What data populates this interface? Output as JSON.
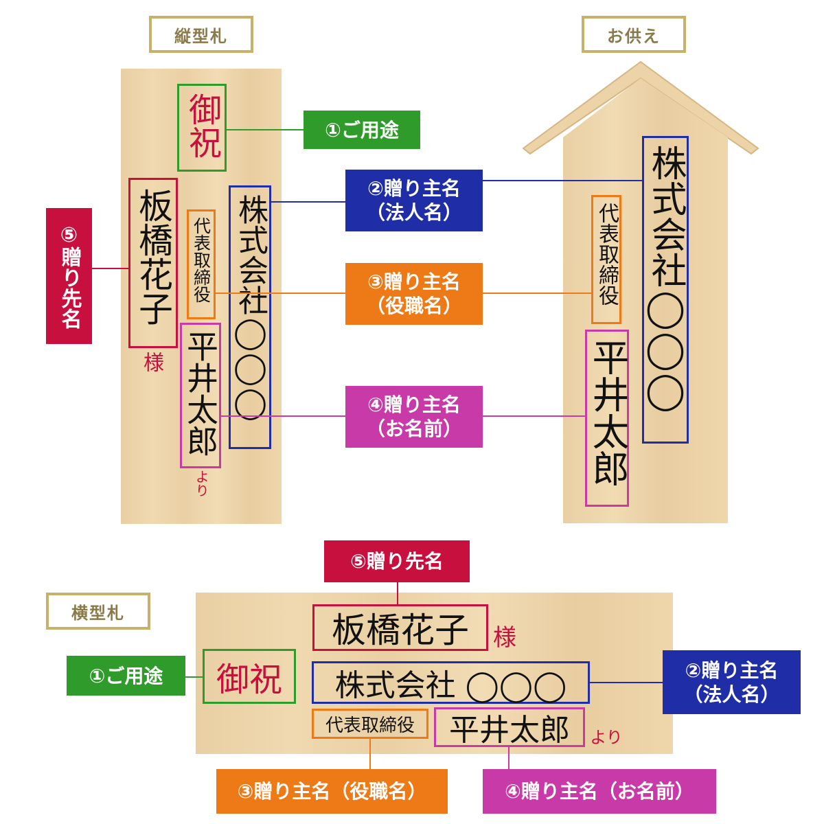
{
  "headers": {
    "vertical": "縦型札",
    "offering": "お供え",
    "horizontal": "横型札"
  },
  "labels": {
    "purpose": "①ご用途",
    "giver_company_1": "②贈り主名",
    "giver_company_2": "（法人名）",
    "giver_title_1": "③贈り主名",
    "giver_title_2": "（役職名）",
    "giver_name_1": "④贈り主名",
    "giver_name_2": "（お名前）",
    "recipient_1": "⑤",
    "recipient_2": "贈り先名",
    "recipient_full": "⑤贈り先名",
    "giver_company_full_1": "②贈り主名",
    "giver_company_full_2": "（法人名）",
    "giver_title_full": "③贈り主名（役職名）",
    "giver_name_full": "④贈り主名（お名前）"
  },
  "tag": {
    "purpose": "御祝",
    "company": "株式会社 ◯◯◯",
    "company_v": "株式会社◯◯◯",
    "title": "代表取締役",
    "name": "平井太郎",
    "recipient": "板橋花子",
    "honorific": "様",
    "from": "より"
  },
  "colors": {
    "purpose": "#2f9b2a",
    "company": "#1f2ea6",
    "title": "#ed7a16",
    "name": "#c93aa9",
    "recipient": "#c7103e",
    "frame": "#c8b26a"
  }
}
